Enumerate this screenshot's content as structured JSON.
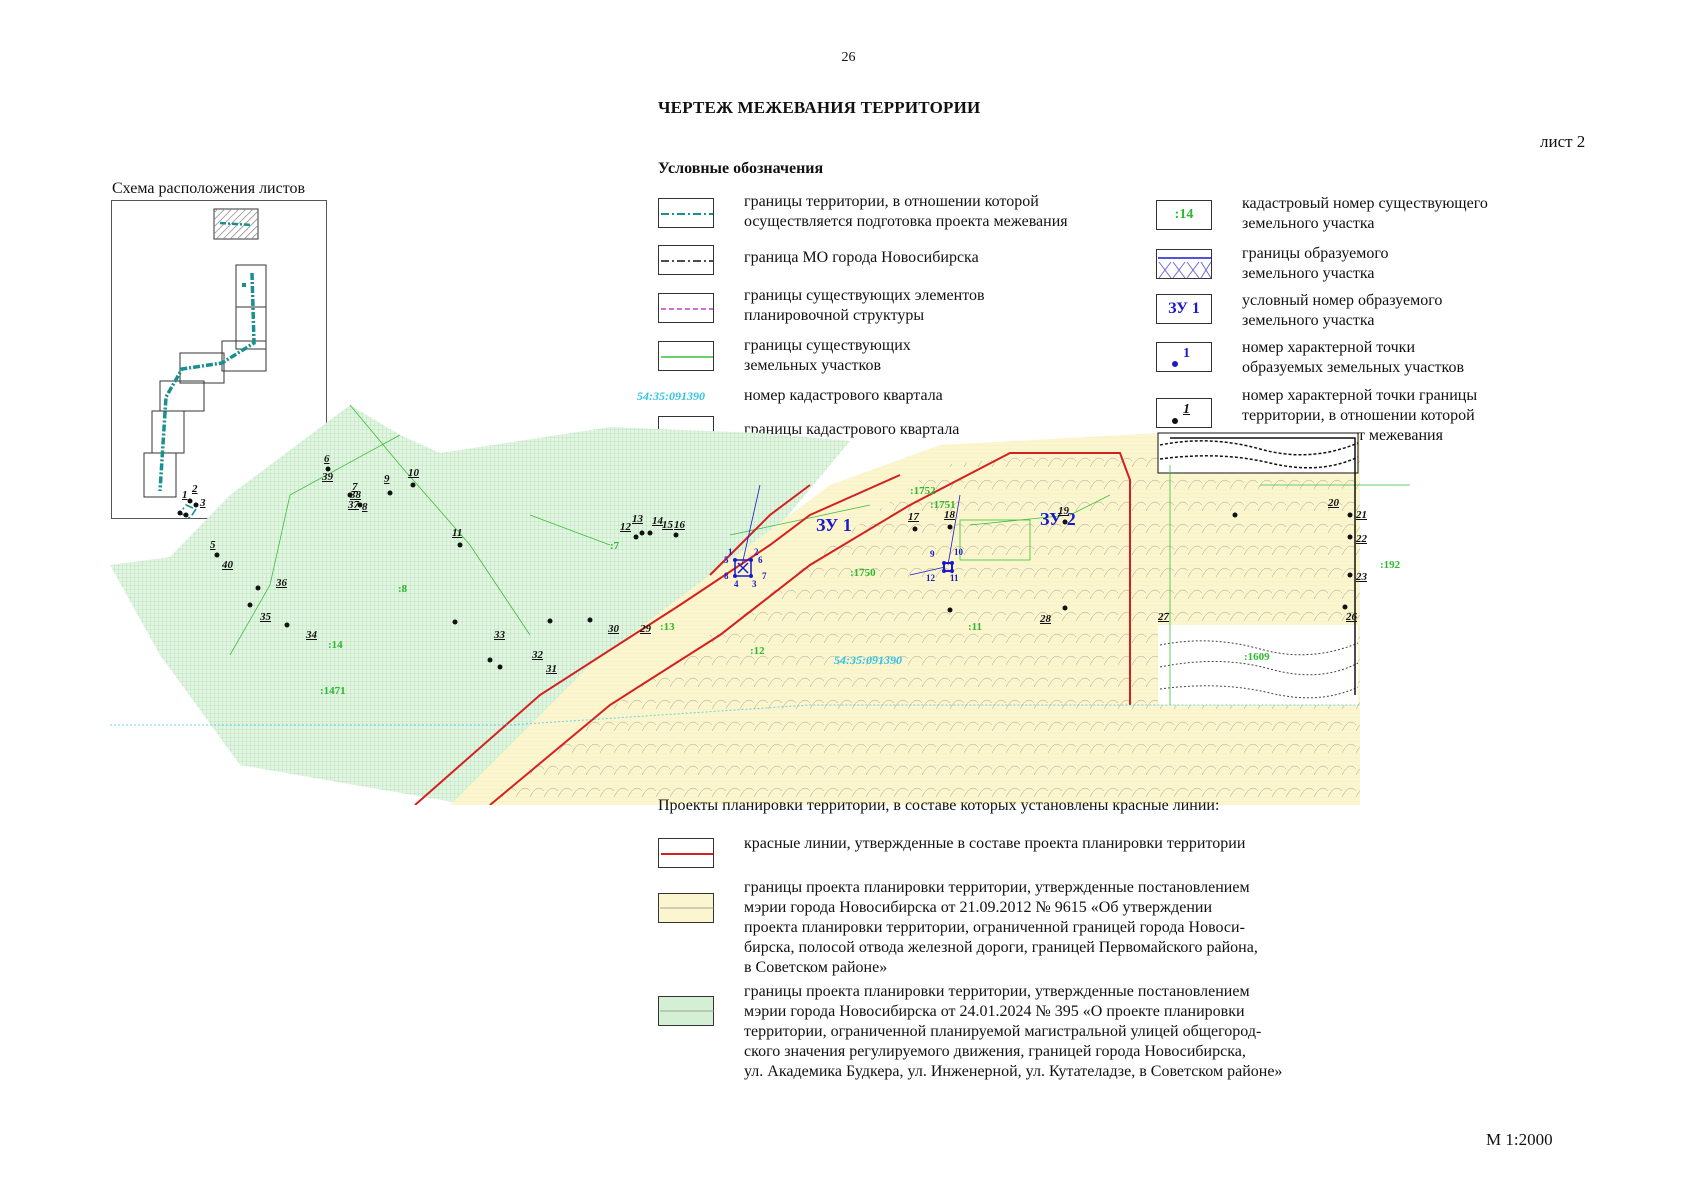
{
  "page_number": "26",
  "title": "ЧЕРТЕЖ МЕЖЕВАНИЯ ТЕРРИТОРИИ",
  "sheet": "лист 2",
  "legend_heading": "Условные обозначения",
  "scheme_title": "Схема расположения листов",
  "legend_left": [
    {
      "text": "границы территории, в отношении которой\nосуществляется подготовка проекта межевания",
      "style": "teal-dashdot"
    },
    {
      "text": "граница МО города Новосибирска",
      "style": "black-dashdot"
    },
    {
      "text": "границы существующих элементов\nпланировочной структуры",
      "style": "magenta-dash"
    },
    {
      "text": "границы существующих\nземельных участков",
      "style": "green-line"
    },
    {
      "text": "номер кадастрового квартала",
      "sample": "54:35:091390",
      "style": "cyan-label"
    },
    {
      "text": "границы кадастрового квартала",
      "style": "cyan-dotted"
    }
  ],
  "legend_right": [
    {
      "text": "кадастровый номер существующего\nземельного участка",
      "sample": ":14",
      "style": "green-label"
    },
    {
      "text": "границы образуемого\nземельного участка",
      "style": "blue-hatch"
    },
    {
      "text": "условный номер образуемого\nземельного участка",
      "sample": "ЗУ 1",
      "style": "blue-label"
    },
    {
      "text": "номер характерной точки\nобразуемых земельных участков",
      "sample": "1",
      "style": "blue-point"
    },
    {
      "text": "номер характерной точки границы\nтерритории, в отношении которой\nутвержден проект межевания",
      "sample": "1",
      "style": "black-point"
    }
  ],
  "map": {
    "cadastral_quarter_label": "54:35:091390",
    "zu_labels": [
      "ЗУ 1",
      "ЗУ 2"
    ],
    "parcel_labels": [
      ":1471",
      ":14",
      ":8",
      ":7",
      ":13",
      ":12",
      ":1750",
      ":1751",
      ":1752",
      ":11",
      ":1609",
      ":192"
    ],
    "boundary_points": [
      "1",
      "2",
      "3",
      "4",
      "5",
      "6",
      "7",
      "8",
      "9",
      "10",
      "11",
      "12",
      "13",
      "14",
      "15",
      "16",
      "17",
      "18",
      "19",
      "20",
      "21",
      "22",
      "23",
      "26",
      "27",
      "28",
      "29",
      "30",
      "31",
      "32",
      "33",
      "34",
      "35",
      "36",
      "37",
      "38",
      "39",
      "40"
    ],
    "zu_points": [
      "1",
      "2",
      "3",
      "4",
      "5",
      "6",
      "7",
      "8",
      "9",
      "10",
      "11",
      "12"
    ]
  },
  "planning_heading": "Проекты планировки территории, в составе которых установлены красные линии:",
  "planning_items": [
    {
      "text": "красные линии, утвержденные в составе проекта планировки территории",
      "style": "red-line"
    },
    {
      "text": "границы проекта планировки территории, утвержденные постановлением\nмэрии города Новосибирска от 21.09.2012 № 9615 «Об утверждении\nпроекта планировки территории, ограниченной границей города Новоси-\nбирска, полосой отвода железной дороги, границей Первомайского района,\nв Советском районе»",
      "style": "yellow-fill"
    },
    {
      "text": "границы проекта планировки территории, утвержденные постановлением\nмэрии города Новосибирска от 24.01.2024 № 395 «О проекте планировки\nтерритории, ограниченной планируемой магистральной улицей общегород-\nского значения регулируемого движения, границей города Новосибирска,\nул. Академика Будкера, ул. Инженерной, ул. Кутателадзе, в Советском районе»",
      "style": "green-fill"
    }
  ],
  "scale": "М 1:2000",
  "colors": {
    "teal": "#1a8f8f",
    "red": "#d32020",
    "green": "#3cbf3c",
    "blue": "#1a1acc",
    "cyan": "#2ec4e6",
    "yellow_fill": "#fbf6cf",
    "green_fill": "#d4f0d4"
  }
}
